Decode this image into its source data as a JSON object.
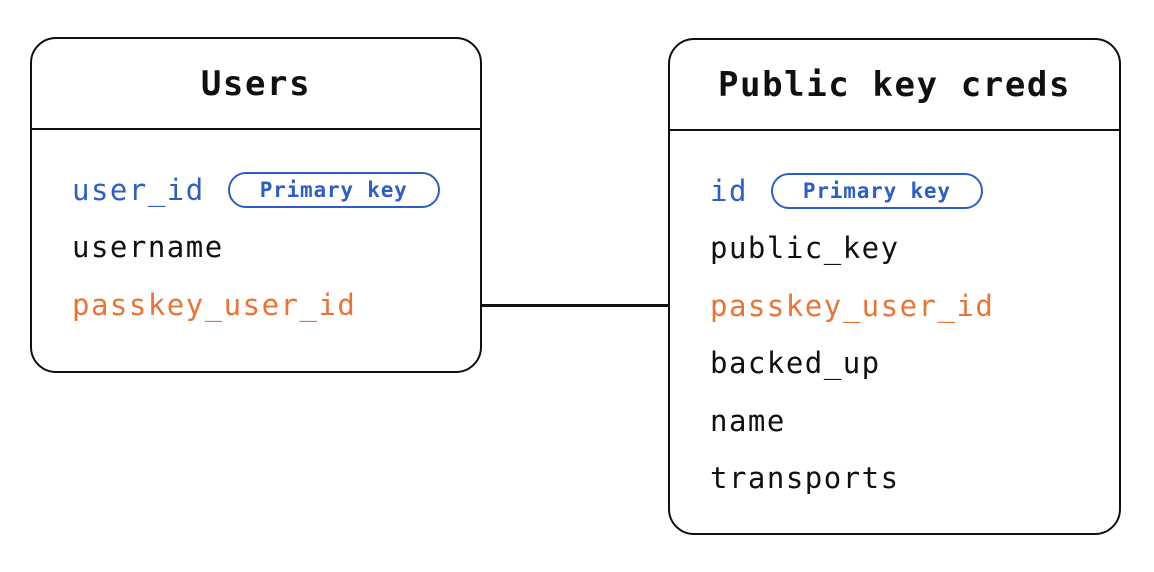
{
  "diagram": {
    "colors": {
      "background": "#ffffff",
      "border": "#101010",
      "text": "#101010",
      "primary_key_blue": "#2d5ec7",
      "foreign_key_orange": "#eb7334"
    },
    "tables": [
      {
        "title": "Users",
        "fields": [
          {
            "name": "user_id",
            "badge": "Primary key",
            "color": "blue"
          },
          {
            "name": "username",
            "color": "black"
          },
          {
            "name": "passkey_user_id",
            "color": "orange"
          }
        ]
      },
      {
        "title": "Public key creds",
        "fields": [
          {
            "name": "id",
            "badge": "Primary key",
            "color": "blue"
          },
          {
            "name": "public_key",
            "color": "black"
          },
          {
            "name": "passkey_user_id",
            "color": "orange"
          },
          {
            "name": "backed_up",
            "color": "black"
          },
          {
            "name": "name",
            "color": "black"
          },
          {
            "name": "transports",
            "color": "black"
          }
        ]
      }
    ],
    "relationship": {
      "from": "Users.passkey_user_id",
      "to": "Public key creds.passkey_user_id"
    }
  }
}
